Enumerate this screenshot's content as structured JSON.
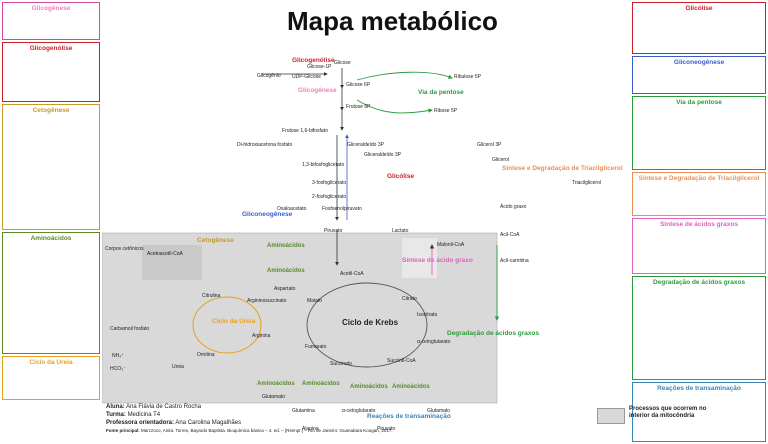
{
  "title": "Mapa metabólico",
  "left_panels": [
    {
      "title": "Glicogênese",
      "color": "#ee82c0",
      "border": "#d24aa0",
      "body": ""
    },
    {
      "title": "Glicogenólise",
      "color": "#c8202a",
      "border": "#c8202a",
      "body": ""
    },
    {
      "title": "Cetogênese",
      "color": "#c79a2a",
      "border": "#c79a2a",
      "body": ""
    },
    {
      "title": "Aminoácidos",
      "color": "#5a8a2a",
      "border": "#5a8a2a",
      "body": ""
    },
    {
      "title": "Ciclo da Ureia",
      "color": "#e8a020",
      "border": "#e8a020",
      "body": ""
    }
  ],
  "right_panels": [
    {
      "title": "Glicólise",
      "color": "#c8202a",
      "border": "#c8202a",
      "body": ""
    },
    {
      "title": "Gliconeogênese",
      "color": "#3b5bd0",
      "border": "#3b5bd0",
      "body": ""
    },
    {
      "title": "Via da pentose",
      "color": "#2e9a3e",
      "border": "#2e9a3e",
      "body": ""
    },
    {
      "title": "Síntese e Degradação de Triacilglicerol",
      "color": "#e8905a",
      "border": "#e8905a",
      "body": ""
    },
    {
      "title": "Síntese de ácidos graxos",
      "color": "#e060c0",
      "border": "#e060c0",
      "body": ""
    },
    {
      "title": "Degradação de ácidos graxos",
      "color": "#2e9a3e",
      "border": "#2e9a3e",
      "body": ""
    },
    {
      "title": "Reações de transaminação",
      "color": "#3a86b8",
      "border": "#3a86b8",
      "body": ""
    }
  ],
  "pathway_labels": {
    "glicogenolise": "Glicogenólise",
    "glicogenese": "Glicogênese",
    "via_pentose": "Via da pentose",
    "glicolise": "Glicólise",
    "gliconeogenese": "Gliconeogênese",
    "cetogenese": "Cetogênese",
    "ciclo_ureia": "Ciclo da Ureia",
    "ciclo_krebs": "Ciclo de Krebs",
    "sintese_ag": "Síntese de ácido graxo",
    "degradacao_ag": "Degradação de ácidos graxos",
    "tag": "Síntese e Degradação de Triacilglicerol",
    "transaminacao": "Reações de transaminação"
  },
  "metabolites": {
    "glicogenio": "Glicogênio",
    "glicose": "Glicose",
    "udp_glicose": "UDP-Glicose",
    "glicose_1p": "Glicose-1P",
    "glicose_6p": "Glicose 6P",
    "ribulose_5p": "Ribulose 5P",
    "frutose_6p": "Frutose 6P",
    "ribose_5p": "Ribose 5P",
    "frutose_16bp": "Frutose 1,6-bifosfato",
    "dhap": "Di-hidroxiacetona fosfato",
    "g3p": "Gliceraldeído 3P",
    "gliceraldeido_3p_short": "Gliceraldeído 3P",
    "glicerol_3p": "Glicerol 3P",
    "glicerol": "Glicerol",
    "bpg13": "1,3-bifosfoglicerato",
    "pg3": "3-fosfoglicerato",
    "pg2": "2-fosfoglicerato",
    "pep": "Fosfoenolpiruvato",
    "oxaloacetato": "Oxaloacetato",
    "piruvato": "Piruvato",
    "lactato": "Lactato",
    "acetil_coa": "Acetil-CoA",
    "acetoacetil_coa": "Acetoacetil-CoA",
    "corpos_cetonicos": "Corpos cetônicos",
    "malonil_coa": "Malonil-CoA",
    "acido_graxo": "Ácido graxo",
    "acil_coa": "Acil-CoA",
    "acil_carnitina": "Acil-carnitina",
    "triacilglicerol": "Triacilglicerol",
    "citrato": "Citrato",
    "isocitrato": "Isocitrato",
    "alfa_cg": "α-cetoglutarato",
    "succinil_coa": "Succinil-CoA",
    "succinato": "Succinato",
    "fumarato": "Fumarato",
    "malato": "Malato",
    "citrulina": "Citrulina",
    "ornitina": "Ornitina",
    "arginina": "Arginina",
    "argininosuccinato": "Argininosuccinato",
    "aspartato": "Aspartato",
    "carbamoil_fosfato": "Carbamoil fosfato",
    "ureia": "Ureia",
    "nh4": "NH₄⁺",
    "hco3": "HCO₃⁻",
    "glutamina": "Glutamina",
    "glutamato": "Glutamato",
    "alanina": "Alanina",
    "piruvato_bottom": "Piruvato",
    "alfa_cg_bottom": "α-cetoglutarato",
    "glutamato_bottom": "Glutamato"
  },
  "amino_labels": [
    {
      "key": "aa1",
      "text": "Aminoácidos"
    },
    {
      "key": "aa2",
      "text": "Aminoácidos"
    },
    {
      "key": "aa3",
      "text": "Aminoácidos"
    },
    {
      "key": "aa4",
      "text": "Aminoácidos"
    },
    {
      "key": "aa5",
      "text": "Aminoácidos"
    },
    {
      "key": "aa6",
      "text": "Aminoácidos"
    }
  ],
  "credits": {
    "aluna_label": "Aluna:",
    "aluna": "Ana Flávia de Castro Rocha",
    "turma_label": "Turma:",
    "turma": "Medicina T4",
    "professora_label": "Professora orientadora:",
    "professora": "Ana Carolina Magalhães",
    "fonte_label": "Fonte principal:",
    "fonte": "Marzzoco, Anita. Torres, Bayardo Baptista. Bioquímica básica – 4. ed. – [Reimpr.] – Rio de Janeiro: Guanabara Koogan, 2017."
  },
  "legend": {
    "text": "Processos que ocorrem no interior da mitocôndria"
  },
  "colors": {
    "glicolise": "#c8202a",
    "gliconeogenese": "#3b5bd0",
    "pentose": "#2e9a3e",
    "glicogenese": "#ee82c0",
    "cetogenese": "#c79a2a",
    "ureia": "#e8a020",
    "acidos_graxos": "#e060c0",
    "aminoacidos": "#5a8a2a",
    "mito": "#d9d9d9"
  }
}
